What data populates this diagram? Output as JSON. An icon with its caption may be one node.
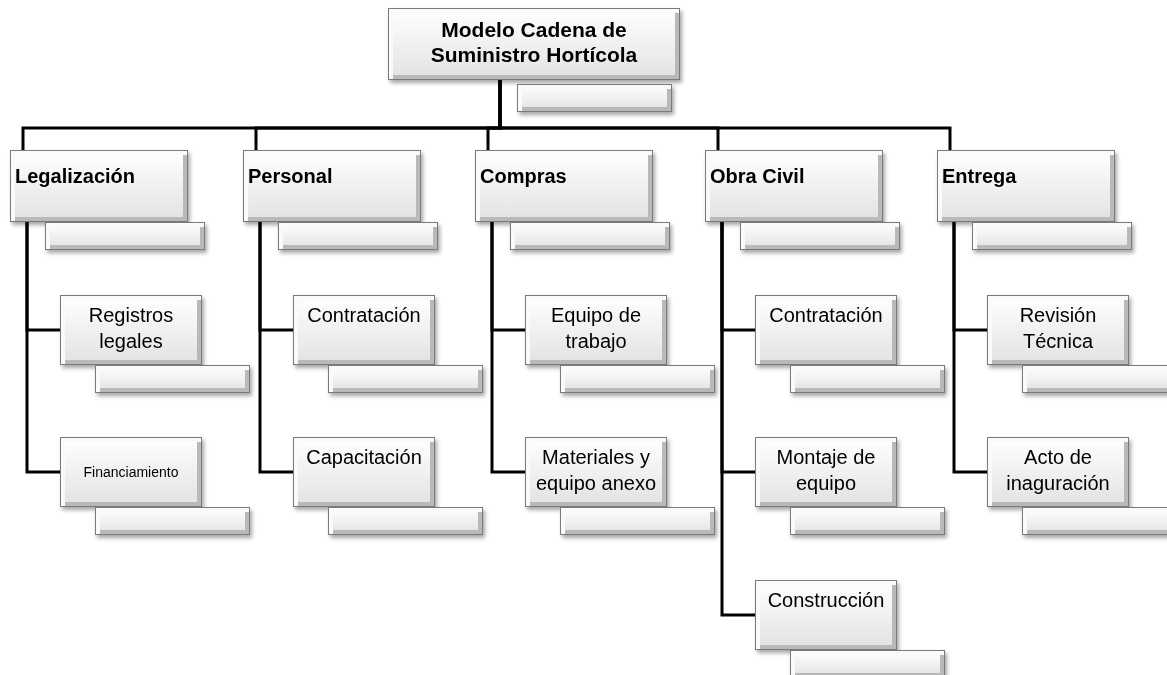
{
  "diagram": {
    "nodes": [
      {
        "text": [
          "Modelo Cadena de Suministro Hortícola"
        ]
      },
      {
        "text": [],
        "shape": "box"
      },
      {
        "text": [
          "Legalización"
        ]
      },
      {
        "text": [],
        "shape": "box"
      },
      {
        "text": [
          "Registros legales"
        ]
      },
      {
        "text": [],
        "shape": "box"
      },
      {
        "text": [
          "Financiamiento"
        ]
      },
      {
        "text": [],
        "shape": "box"
      },
      {
        "text": [
          "Personal"
        ]
      },
      {
        "text": [],
        "shape": "box"
      },
      {
        "text": [
          "Contratación"
        ]
      },
      {
        "text": [],
        "shape": "box"
      },
      {
        "text": [
          "Capacitación"
        ]
      },
      {
        "text": [],
        "shape": "box"
      },
      {
        "text": [
          "Compras"
        ]
      },
      {
        "text": [],
        "shape": "box"
      },
      {
        "text": [
          "Equipo de trabajo"
        ]
      },
      {
        "text": [],
        "shape": "box"
      },
      {
        "text": [
          "Materiales y equipo anexo"
        ]
      },
      {
        "text": [],
        "shape": "box"
      },
      {
        "text": [
          "Obra Civil"
        ]
      },
      {
        "text": [],
        "shape": "box"
      },
      {
        "text": [
          "Contratación"
        ]
      },
      {
        "text": [],
        "shape": "box"
      },
      {
        "text": [
          "Montaje de equipo"
        ]
      },
      {
        "text": [],
        "shape": "box"
      },
      {
        "text": [
          "Construcción"
        ]
      },
      {
        "text": [],
        "shape": "box"
      },
      {
        "text": [
          "Entrega"
        ]
      },
      {
        "text": [],
        "shape": "box"
      },
      {
        "text": [
          "Revisión Técnica"
        ]
      },
      {
        "text": [],
        "shape": "box"
      },
      {
        "text": [
          "Acto de inaguración"
        ]
      },
      {
        "text": [],
        "shape": "box"
      }
    ],
    "edges": [
      {
        "from": 0,
        "to": 2,
        "arrow": "none"
      },
      {
        "from": 0,
        "to": 8,
        "arrow": "none"
      },
      {
        "from": 0,
        "to": 14,
        "arrow": "none"
      },
      {
        "from": 0,
        "to": 20,
        "arrow": "none"
      },
      {
        "from": 0,
        "to": 28,
        "arrow": "none"
      },
      {
        "from": 2,
        "to": 4,
        "arrow": "none"
      },
      {
        "from": 2,
        "to": 6,
        "arrow": "none"
      },
      {
        "from": 8,
        "to": 10,
        "arrow": "none"
      },
      {
        "from": 8,
        "to": 12,
        "arrow": "none"
      },
      {
        "from": 14,
        "to": 16,
        "arrow": "none"
      },
      {
        "from": 14,
        "to": 18,
        "arrow": "none"
      },
      {
        "from": 20,
        "to": 22,
        "arrow": "none"
      },
      {
        "from": 20,
        "to": 24,
        "arrow": "none"
      },
      {
        "from": 20,
        "to": 26,
        "arrow": "none"
      },
      {
        "from": 28,
        "to": 30,
        "arrow": "none"
      },
      {
        "from": 28,
        "to": 32,
        "arrow": "none"
      }
    ]
  }
}
